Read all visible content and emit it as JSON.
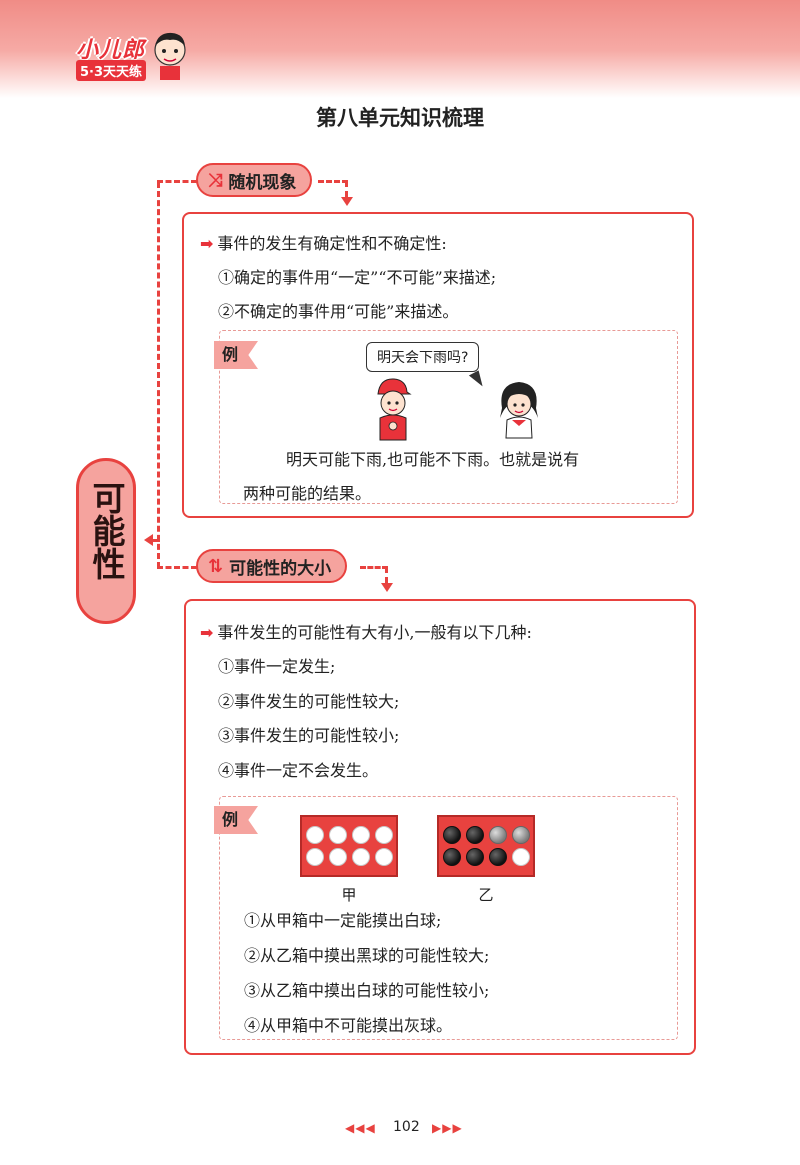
{
  "header": {
    "logo_main": "小儿郎",
    "logo_sub": "5·3天天练",
    "page_title": "第八单元知识梳理"
  },
  "side_topic": "可能性",
  "section1": {
    "tag_label": "随机现象",
    "intro": "事件的发生有确定性和不确定性:",
    "points": [
      "①确定的事件用“一定”“不可能”来描述;",
      "②不确定的事件用“可能”来描述。"
    ],
    "example": {
      "tag": "例",
      "speech": "明天会下雨吗?",
      "text_line1": "明天可能下雨,也可能不下雨。也就是说有",
      "text_line2": "两种可能的结果。"
    }
  },
  "section2": {
    "tag_label": "可能性的大小",
    "intro": "事件发生的可能性有大有小,一般有以下几种:",
    "points": [
      "①事件一定发生;",
      "②事件发生的可能性较大;",
      "③事件发生的可能性较小;",
      "④事件一定不会发生。"
    ],
    "example": {
      "tag": "例",
      "box_a_label": "甲",
      "box_b_label": "乙",
      "box_a_balls": [
        "white",
        "white",
        "white",
        "white",
        "white",
        "white",
        "white",
        "white"
      ],
      "box_b_balls": [
        "black",
        "black",
        "gray",
        "gray",
        "black",
        "black",
        "black",
        "white"
      ],
      "statements": [
        "①从甲箱中一定能摸出白球;",
        "②从乙箱中摸出黑球的可能性较大;",
        "③从乙箱中摸出白球的可能性较小;",
        "④从甲箱中不可能摸出灰球。"
      ]
    }
  },
  "footer": {
    "page_number": "102"
  },
  "colors": {
    "accent": "#e8423f",
    "pink": "#f5a39e"
  }
}
